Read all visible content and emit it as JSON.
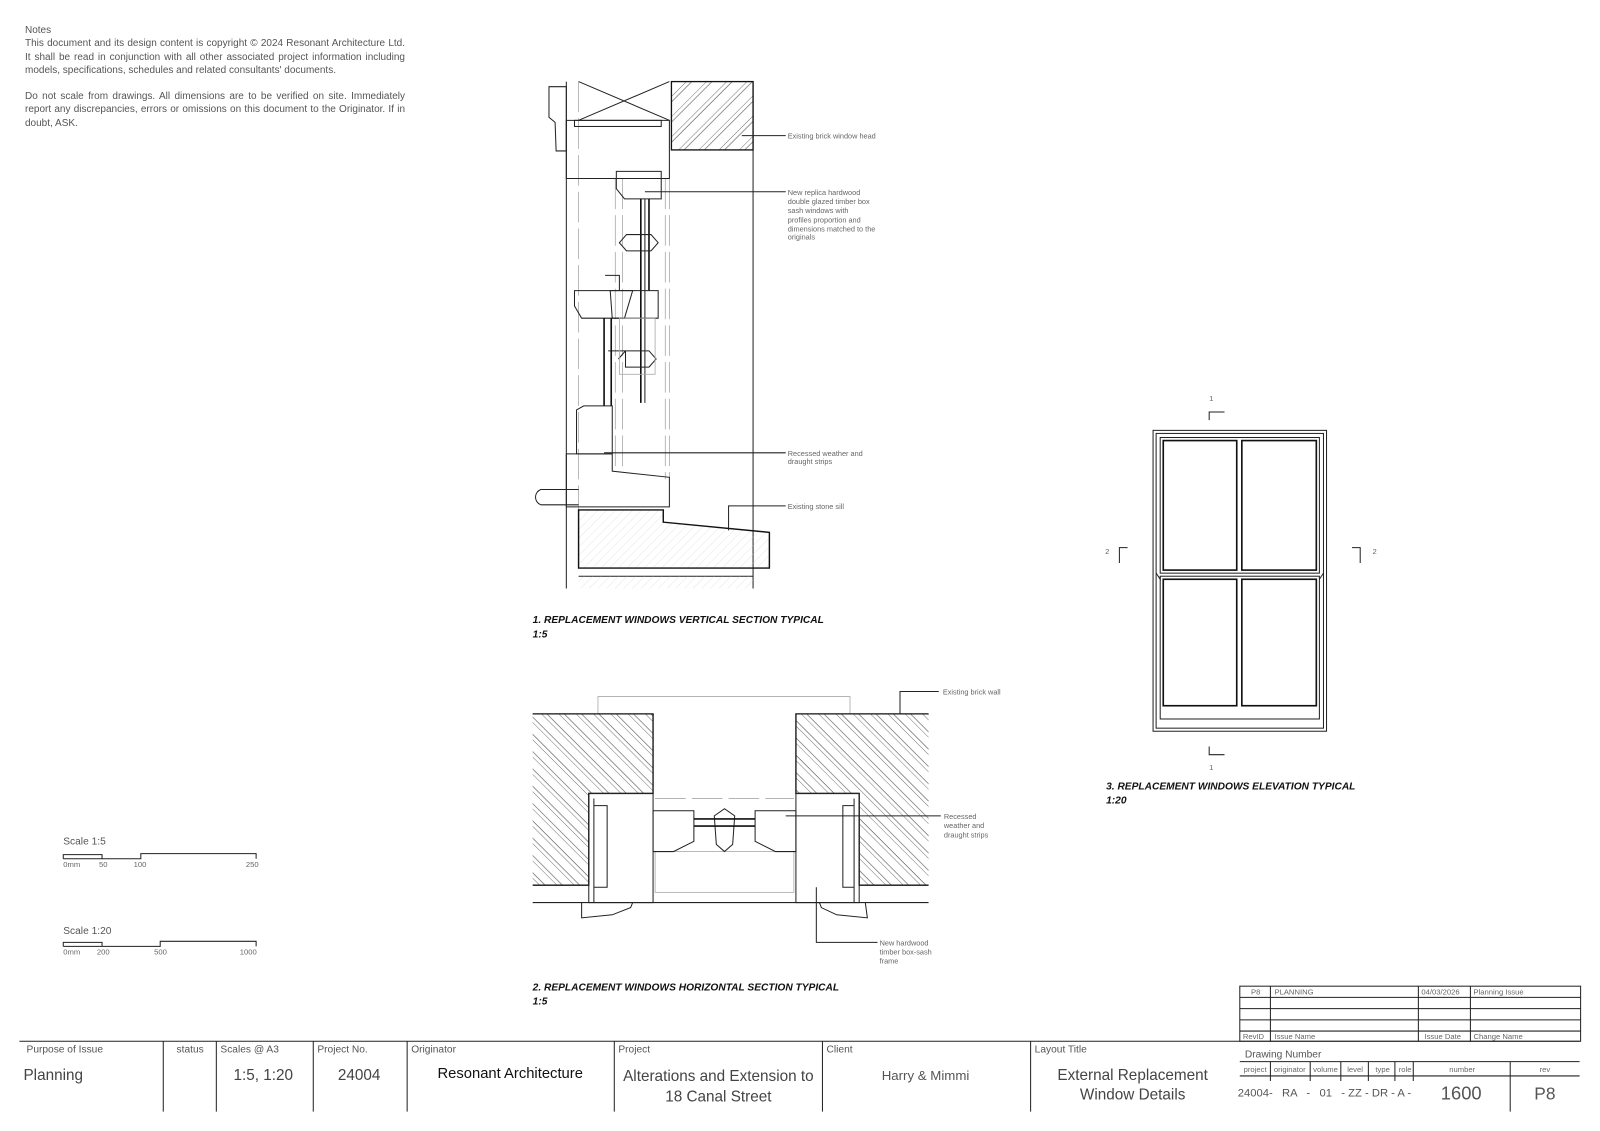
{
  "notes": {
    "heading": "Notes",
    "paragraphs": [
      "This document and its design content is copyright © 2024 Resonant Architecture Ltd. It shall be read in conjunction with all other associated project information including models, specifications, schedules and related consultants' documents.",
      "Do not scale from drawings. All dimensions are to be verified on site. Immediately report any discrepancies, errors or omissions on this document to the Originator. If in doubt, ASK."
    ]
  },
  "scale_bars": [
    {
      "title": "Scale 1:5",
      "labels": [
        "0mm",
        "50",
        "100",
        "250"
      ]
    },
    {
      "title": "Scale 1:20",
      "labels": [
        "0mm",
        "200",
        "500",
        "1000"
      ]
    }
  ],
  "drawings": {
    "vertical": {
      "caption": "1. REPLACEMENT WINDOWS VERTICAL SECTION TYPICAL",
      "scale": "1:5",
      "annotations": {
        "head": [
          "Existing brick window head"
        ],
        "sash": [
          "New replica hardwood",
          "double glazed timber box",
          "sash windows with",
          "profiles proportion and",
          "dimensions matched to the",
          "originals"
        ],
        "strips": [
          "Recessed weather and",
          "draught strips"
        ],
        "sill": [
          "Existing stone sill"
        ]
      }
    },
    "horizontal": {
      "caption": "2. REPLACEMENT WINDOWS HORIZONTAL SECTION TYPICAL",
      "scale": "1:5",
      "annotations": {
        "wall": [
          "Existing brick wall"
        ],
        "strips": [
          "Recessed",
          "weather and",
          "draught strips"
        ],
        "frame": [
          "New hardwood",
          "timber box-sash",
          "frame"
        ]
      }
    },
    "elevation": {
      "caption": "3. REPLACEMENT WINDOWS ELEVATION TYPICAL",
      "scale": "1:20",
      "section_marks": [
        "1",
        "1",
        "2",
        "2"
      ]
    }
  },
  "revisions": {
    "headers": [
      "RevID",
      "Issue Name",
      "Issue Date",
      "Change Name"
    ],
    "rows": [
      [
        "P8",
        "PLANNING",
        "04/03/2026",
        "Planning Issue"
      ]
    ]
  },
  "title_block": {
    "purpose_label": "Purpose of Issue",
    "purpose": "Planning",
    "status_label": "status",
    "status": "",
    "scales_label": "Scales @ A3",
    "scales": "1:5, 1:20",
    "project_no_label": "Project No.",
    "project_no": "24004",
    "originator_label": "Originator",
    "originator": "Resonant Architecture",
    "project_label": "Project",
    "project": [
      "Alterations and Extension to",
      "18 Canal Street"
    ],
    "client_label": "Client",
    "client": "Harry & Mimmi",
    "layout_title_label": "Layout Title",
    "layout_title": [
      "External Replacement",
      "Window Details"
    ],
    "drawing_number": {
      "label": "Drawing Number",
      "columns": [
        "project",
        "originator",
        "volume",
        "level",
        "type",
        "role",
        "number",
        "rev"
      ],
      "prefix": "24004-   RA   -   01   - ZZ - DR - A -",
      "number": "1600",
      "rev": "P8"
    }
  }
}
